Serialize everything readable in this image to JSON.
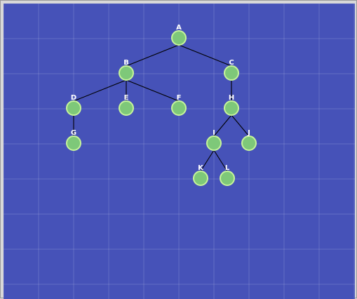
{
  "diagram": {
    "type": "tree",
    "colors": {
      "background": "#4652b8",
      "node_fill": "#7ec879",
      "node_stroke": "#c6f49a",
      "edge": "#000000",
      "label": "#ffffff"
    },
    "nodes": [
      {
        "id": "A",
        "label": "A"
      },
      {
        "id": "B",
        "label": "B"
      },
      {
        "id": "C",
        "label": "C"
      },
      {
        "id": "D",
        "label": "D"
      },
      {
        "id": "E",
        "label": "E"
      },
      {
        "id": "F",
        "label": "F"
      },
      {
        "id": "G",
        "label": "G"
      },
      {
        "id": "H",
        "label": "H"
      },
      {
        "id": "I",
        "label": "I"
      },
      {
        "id": "J",
        "label": "J"
      },
      {
        "id": "K",
        "label": "K"
      },
      {
        "id": "L",
        "label": "L"
      }
    ],
    "edges": [
      {
        "from": "A",
        "to": "B"
      },
      {
        "from": "A",
        "to": "C"
      },
      {
        "from": "B",
        "to": "D"
      },
      {
        "from": "B",
        "to": "E"
      },
      {
        "from": "B",
        "to": "F"
      },
      {
        "from": "D",
        "to": "G"
      },
      {
        "from": "C",
        "to": "H"
      },
      {
        "from": "H",
        "to": "I"
      },
      {
        "from": "H",
        "to": "J"
      },
      {
        "from": "I",
        "to": "K"
      },
      {
        "from": "I",
        "to": "L"
      }
    ]
  }
}
